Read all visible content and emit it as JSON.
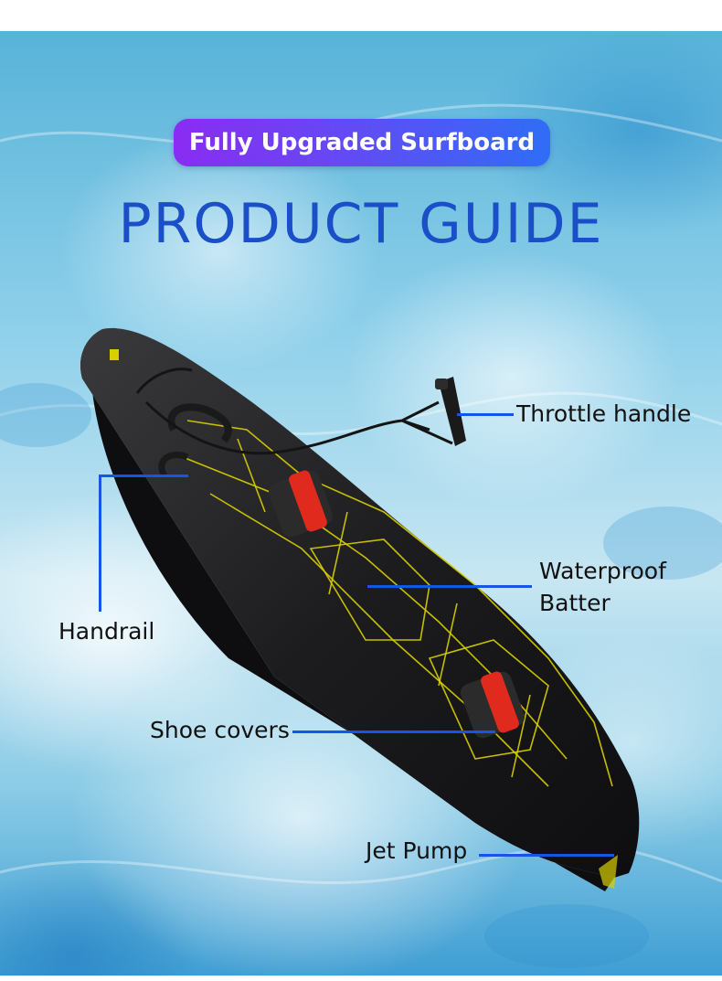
{
  "badge": {
    "text": "Fully Upgraded Surfboard"
  },
  "title": "PRODUCT GUIDE",
  "callouts": {
    "throttle_handle": "Throttle handle",
    "waterproof_line1": "Waterproof",
    "waterproof_line2": "Batter",
    "handrail": "Handrail",
    "shoe_covers": "Shoe covers",
    "jet_pump": "Jet Pump"
  },
  "colors": {
    "badge_gradient_start": "#8a2cf2",
    "badge_gradient_end": "#2f6df6",
    "title": "#1a4fc7",
    "callout_line": "#1656e6",
    "board_body": "#1c1c1e",
    "deck_pattern": "#d9d000",
    "binding_strap": "#e02a1e"
  }
}
